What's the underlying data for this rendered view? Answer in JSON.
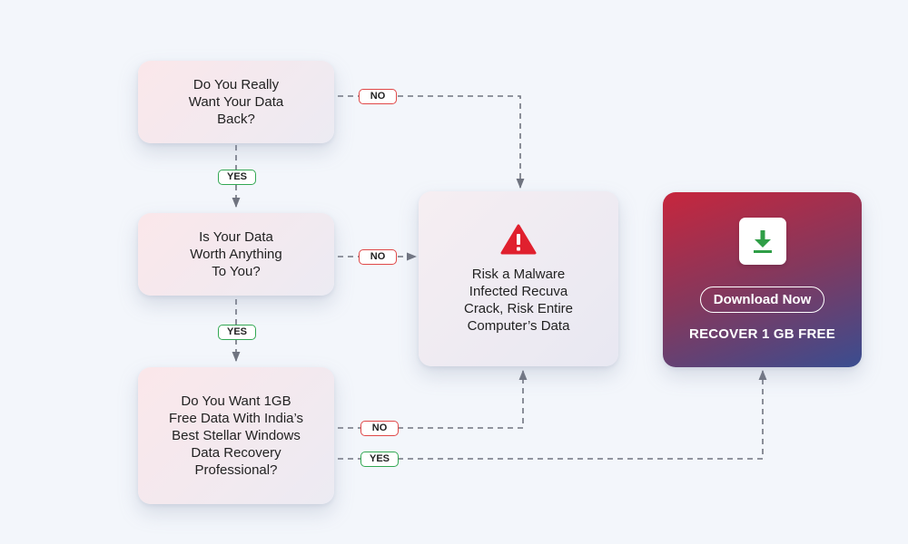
{
  "nodes": {
    "q1": "Do You Really\nWant Your Data\nBack?",
    "q2": "Is Your Data\nWorth Anything\nTo You?",
    "q3": "Do You Want 1GB\nFree Data With India’s\nBest Stellar Windows\nData Recovery\nProfessional?",
    "risk": "Risk a Malware\nInfected Recuva\nCrack, Risk Entire\nComputer’s Data"
  },
  "cta": {
    "button_label": "Download Now",
    "subtitle": "RECOVER 1 GB FREE",
    "download_icon": "download-arrow-icon"
  },
  "badges": {
    "yes1": "YES",
    "yes2": "YES",
    "yes3": "YES",
    "no1": "NO",
    "no2": "NO",
    "no3": "NO"
  },
  "colors": {
    "background": "#f3f6fb",
    "yes_border": "#33a853",
    "no_border": "#e04848",
    "connector": "#707480",
    "warning": "#e0202e",
    "download_green": "#2f9e46",
    "cta_gradient": [
      "#c7263d",
      "#84385d",
      "#3a4d90"
    ]
  },
  "icons": {
    "warning": "warning-triangle-icon"
  }
}
